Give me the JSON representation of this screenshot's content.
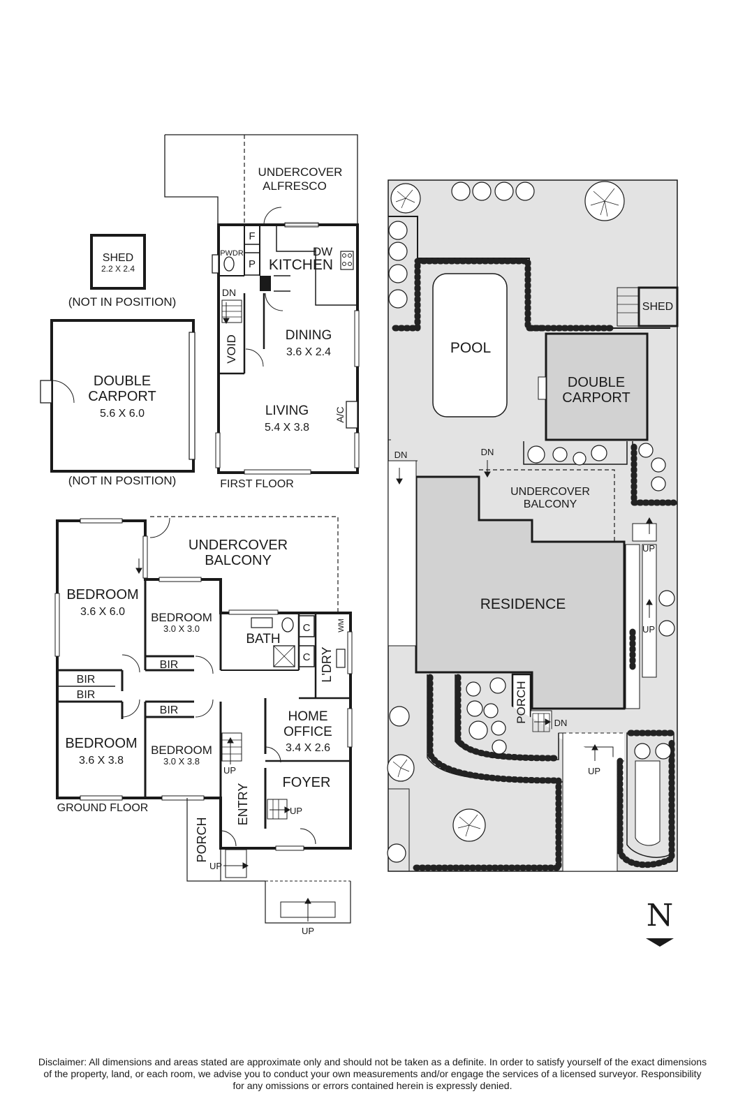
{
  "first_floor": {
    "undercover_alfresco": [
      "UNDERCOVER",
      "ALFRESCO"
    ],
    "fridge": "F",
    "pantry": "P",
    "powder": "PWDR",
    "kitchen": "KITCHEN",
    "dishwasher": "DW",
    "dn": "DN",
    "void": "VOID",
    "dining": "DINING",
    "dining_dim": "3.6 X 2.4",
    "living": "LIVING",
    "living_dim": "5.4 X 3.8",
    "ac": "A/C",
    "floor_label": "FIRST FLOOR"
  },
  "shed": {
    "label": "SHED",
    "dim": "2.2 X 2.4",
    "note": "(NOT IN POSITION)"
  },
  "carport": {
    "label": [
      "DOUBLE",
      "CARPORT"
    ],
    "dim": "5.6 X 6.0",
    "note": "(NOT IN POSITION)"
  },
  "ground_floor": {
    "undercover_balcony": [
      "UNDERCOVER",
      "BALCONY"
    ],
    "bedroom1": "BEDROOM",
    "bedroom1_dim": "3.6 X 6.0",
    "bedroom2": "BEDROOM",
    "bedroom2_dim": "3.0 X 3.0",
    "bath": "BATH",
    "linen_c": "C",
    "laundry": "L'DRY",
    "wm": "WM",
    "bir": "BIR",
    "bedroom3": "BEDROOM",
    "bedroom3_dim": "3.6 X 3.8",
    "bedroom4": "BEDROOM",
    "bedroom4_dim": "3.0 X 3.8",
    "home_office": [
      "HOME",
      "OFFICE"
    ],
    "home_office_dim": "3.4 X 2.6",
    "foyer": "FOYER",
    "entry": "ENTRY",
    "porch": "PORCH",
    "up": "UP",
    "floor_label": "GROUND FLOOR"
  },
  "site": {
    "pool": "POOL",
    "shed": "SHED",
    "carport": [
      "DOUBLE",
      "CARPORT"
    ],
    "dn": "DN",
    "up": "UP",
    "undercover_balcony": [
      "UNDERCOVER",
      "BALCONY"
    ],
    "residence": "RESIDENCE",
    "porch": "PORCH",
    "north": "N"
  },
  "disclaimer": [
    "Disclaimer: All dimensions and areas stated are approximate only and should not be taken as a definite. In order to satisfy yourself of the exact dimensions",
    "of the property, land, or each room, we advise you to conduct your own measurements and/or engage the services of a licensed surveyor. Responsibility",
    "for any omissions or errors contained herein is expressly denied."
  ],
  "colors": {
    "wall": "#1a1a1a",
    "site_fill": "#e3e3e3",
    "building_fill": "#d2d2d2",
    "hedge": "#222222"
  }
}
